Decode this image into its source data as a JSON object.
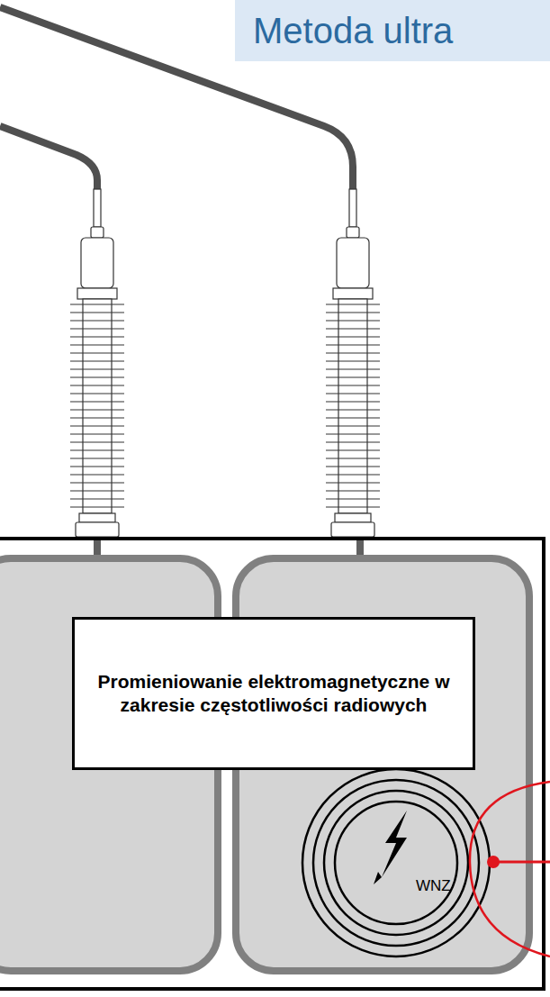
{
  "diagram": {
    "title": "Metoda ultra",
    "nodes": [
      {
        "text": [
          "Promieniowanie elektromagnetyczne w zakresie częstotliwości radiowych"
        ]
      }
    ],
    "labels": [
      "WNZ"
    ]
  }
}
